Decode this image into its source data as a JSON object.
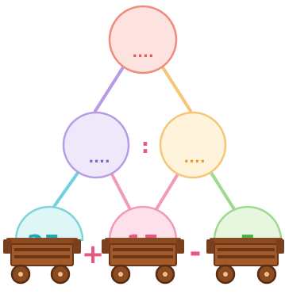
{
  "top": {
    "text": "....",
    "color": "#e85a4f",
    "fill": "#fde3df",
    "stroke": "#f08a7c"
  },
  "middle_left": {
    "text": "....",
    "color": "#8b64c9",
    "fill": "#efe8fb",
    "stroke": "#b79be6"
  },
  "middle_right": {
    "text": "....",
    "color": "#e8a126",
    "fill": "#fff3dc",
    "stroke": "#f4c675"
  },
  "middle_operator": {
    "text": ":",
    "color": "#e6587e"
  },
  "bottom_left": {
    "text": "25",
    "color": "#23a6b8",
    "fill": "#dff6f7",
    "stroke": "#7fd4dc"
  },
  "bottom_middle": {
    "text": "15",
    "color": "#e6587e",
    "fill": "#fde1ea",
    "stroke": "#f29bb5"
  },
  "bottom_right": {
    "text": "5",
    "color": "#4fb04a",
    "fill": "#e6f6df",
    "stroke": "#9fd98f"
  },
  "operator_plus": {
    "text": "+",
    "color": "#e6587e"
  },
  "operator_minus": {
    "text": "-",
    "color": "#e6587e"
  },
  "cart_color": "#8a4b22",
  "line_colors": {
    "top_left": "#b79be6",
    "top_right": "#f4c675",
    "left_to_25": "#6fd0de",
    "left_to_15": "#f29bb5",
    "right_to_15": "#f29bb5",
    "right_to_5": "#9fd98f"
  }
}
